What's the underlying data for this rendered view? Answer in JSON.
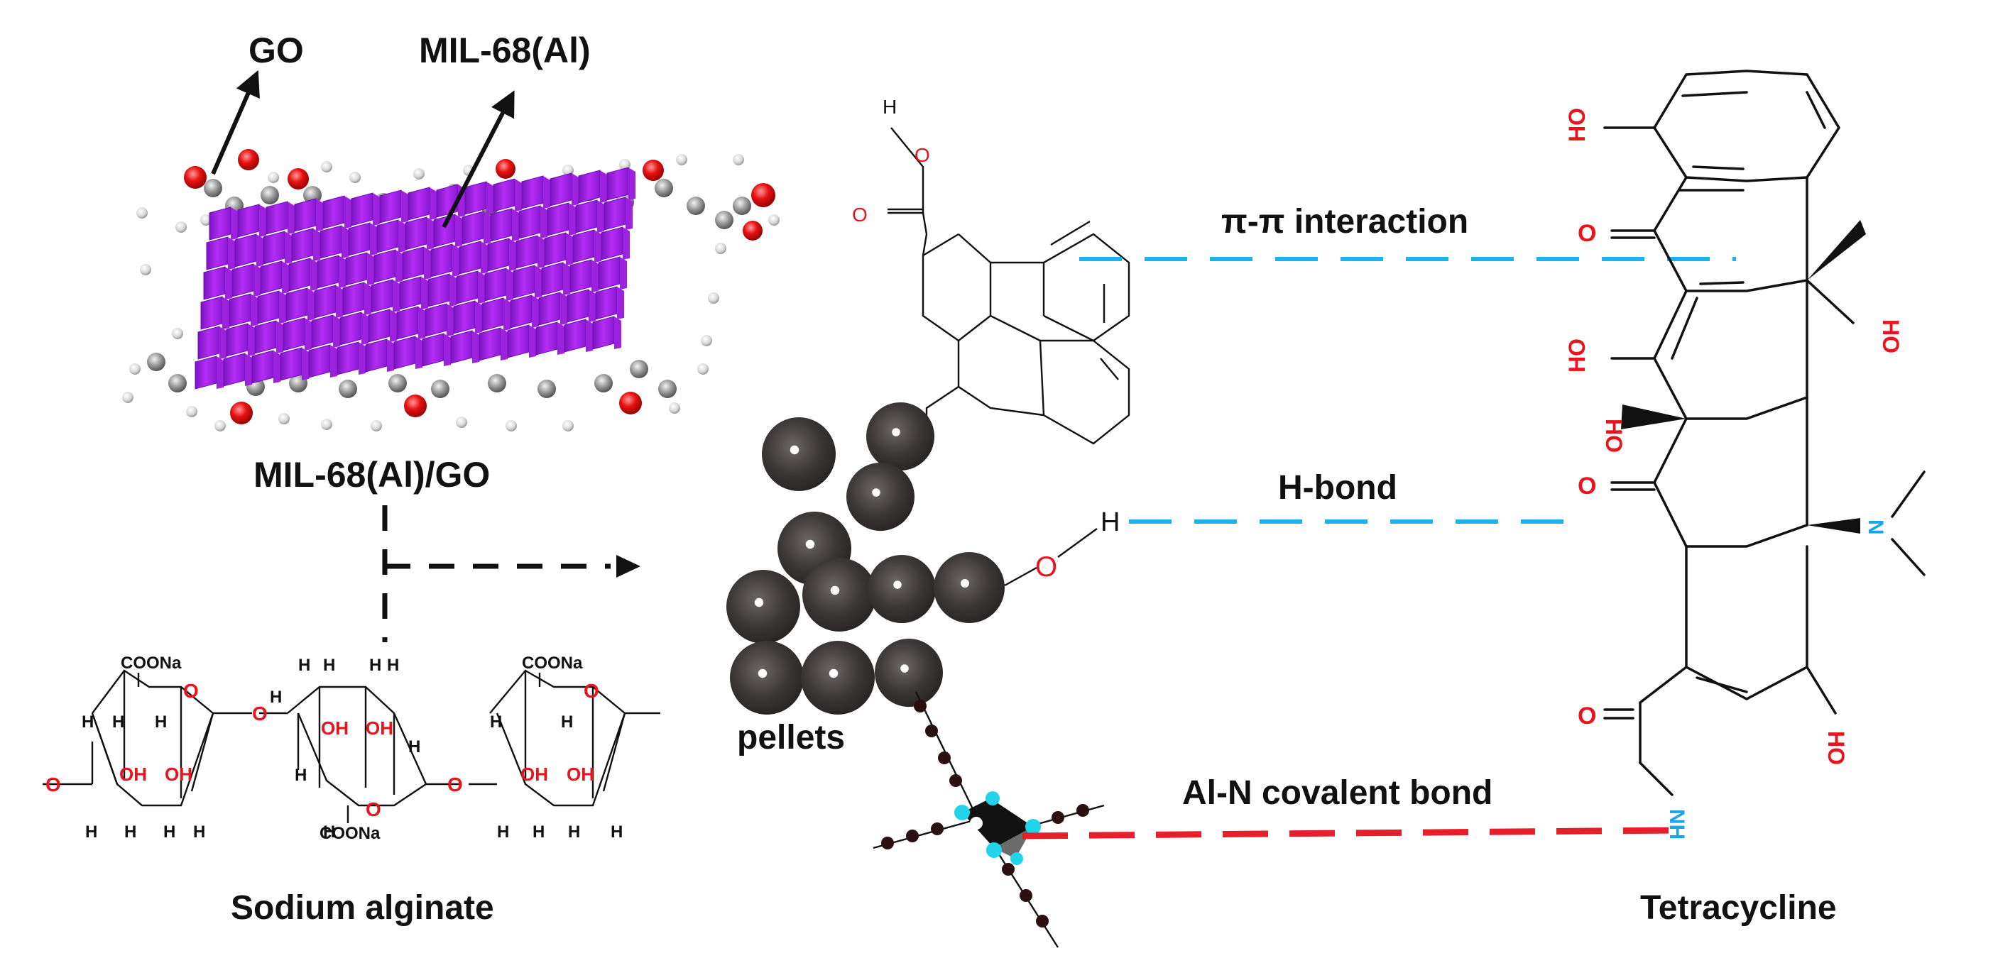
{
  "labels": {
    "go": "GO",
    "mil68": "MIL-68(Al)",
    "composite": "MIL-68(Al)/GO",
    "pellets": "pellets",
    "sodium_alginate": "Sodium alginate",
    "tetracycline": "Tetracycline"
  },
  "interactions": {
    "pi_pi": "π-π interaction",
    "h_bond": "H-bond",
    "al_n": "Al-N covalent bond"
  },
  "alginate": {
    "coona": "COONa",
    "h": "H",
    "oh": "OH",
    "o": "O"
  },
  "pellet_atoms": {
    "o": "O",
    "h": "H"
  },
  "tetracycline_groups": {
    "oh": "HO",
    "o": "O",
    "n": "N",
    "nh": "NH"
  },
  "colors": {
    "mof_purple": "#a21ee8",
    "pellet_dark": "#3d3838",
    "oxygen_red": "#e8131b",
    "nitrogen_blue": "#1aa6e6",
    "h_dash": "#1ab3ea",
    "al_dash": "#e5202a",
    "cyan_node": "#22d3ec"
  }
}
